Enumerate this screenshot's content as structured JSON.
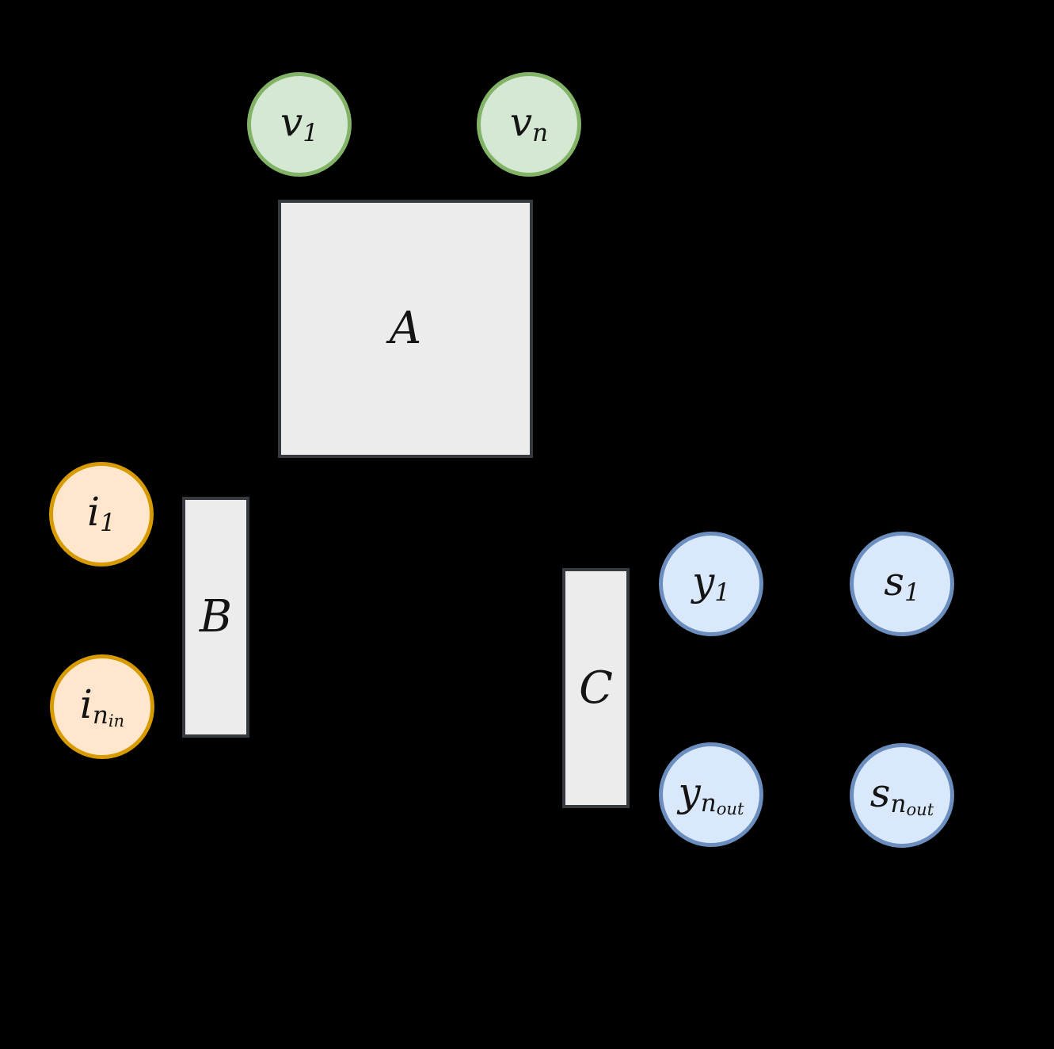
{
  "palette": {
    "background": "#000000",
    "green_fill": "#d5e8d4",
    "green_stroke": "#82b366",
    "orange_fill": "#ffe6cc",
    "orange_stroke": "#d79b00",
    "blue_fill": "#dae8fc",
    "blue_stroke": "#6c8ebf",
    "matrix_fill": "#ececec",
    "matrix_stroke": "#36393d",
    "label_color": "#141414"
  },
  "nodes": [
    {
      "id": "v1",
      "base": "v",
      "sub": "1"
    },
    {
      "id": "vn",
      "base": "v",
      "sub": "n"
    },
    {
      "id": "i1",
      "base": "i",
      "sub": "1"
    },
    {
      "id": "i_nin",
      "base": "i",
      "sub": "n",
      "subsub": "in"
    },
    {
      "id": "y1",
      "base": "y",
      "sub": "1"
    },
    {
      "id": "y_nout",
      "base": "y",
      "sub": "n",
      "subsub": "out"
    },
    {
      "id": "s1",
      "base": "s",
      "sub": "1"
    },
    {
      "id": "s_nout",
      "base": "s",
      "sub": "n",
      "subsub": "out"
    }
  ],
  "matrices": [
    {
      "id": "A",
      "label": "A"
    },
    {
      "id": "B",
      "label": "B"
    },
    {
      "id": "C",
      "label": "C"
    }
  ]
}
